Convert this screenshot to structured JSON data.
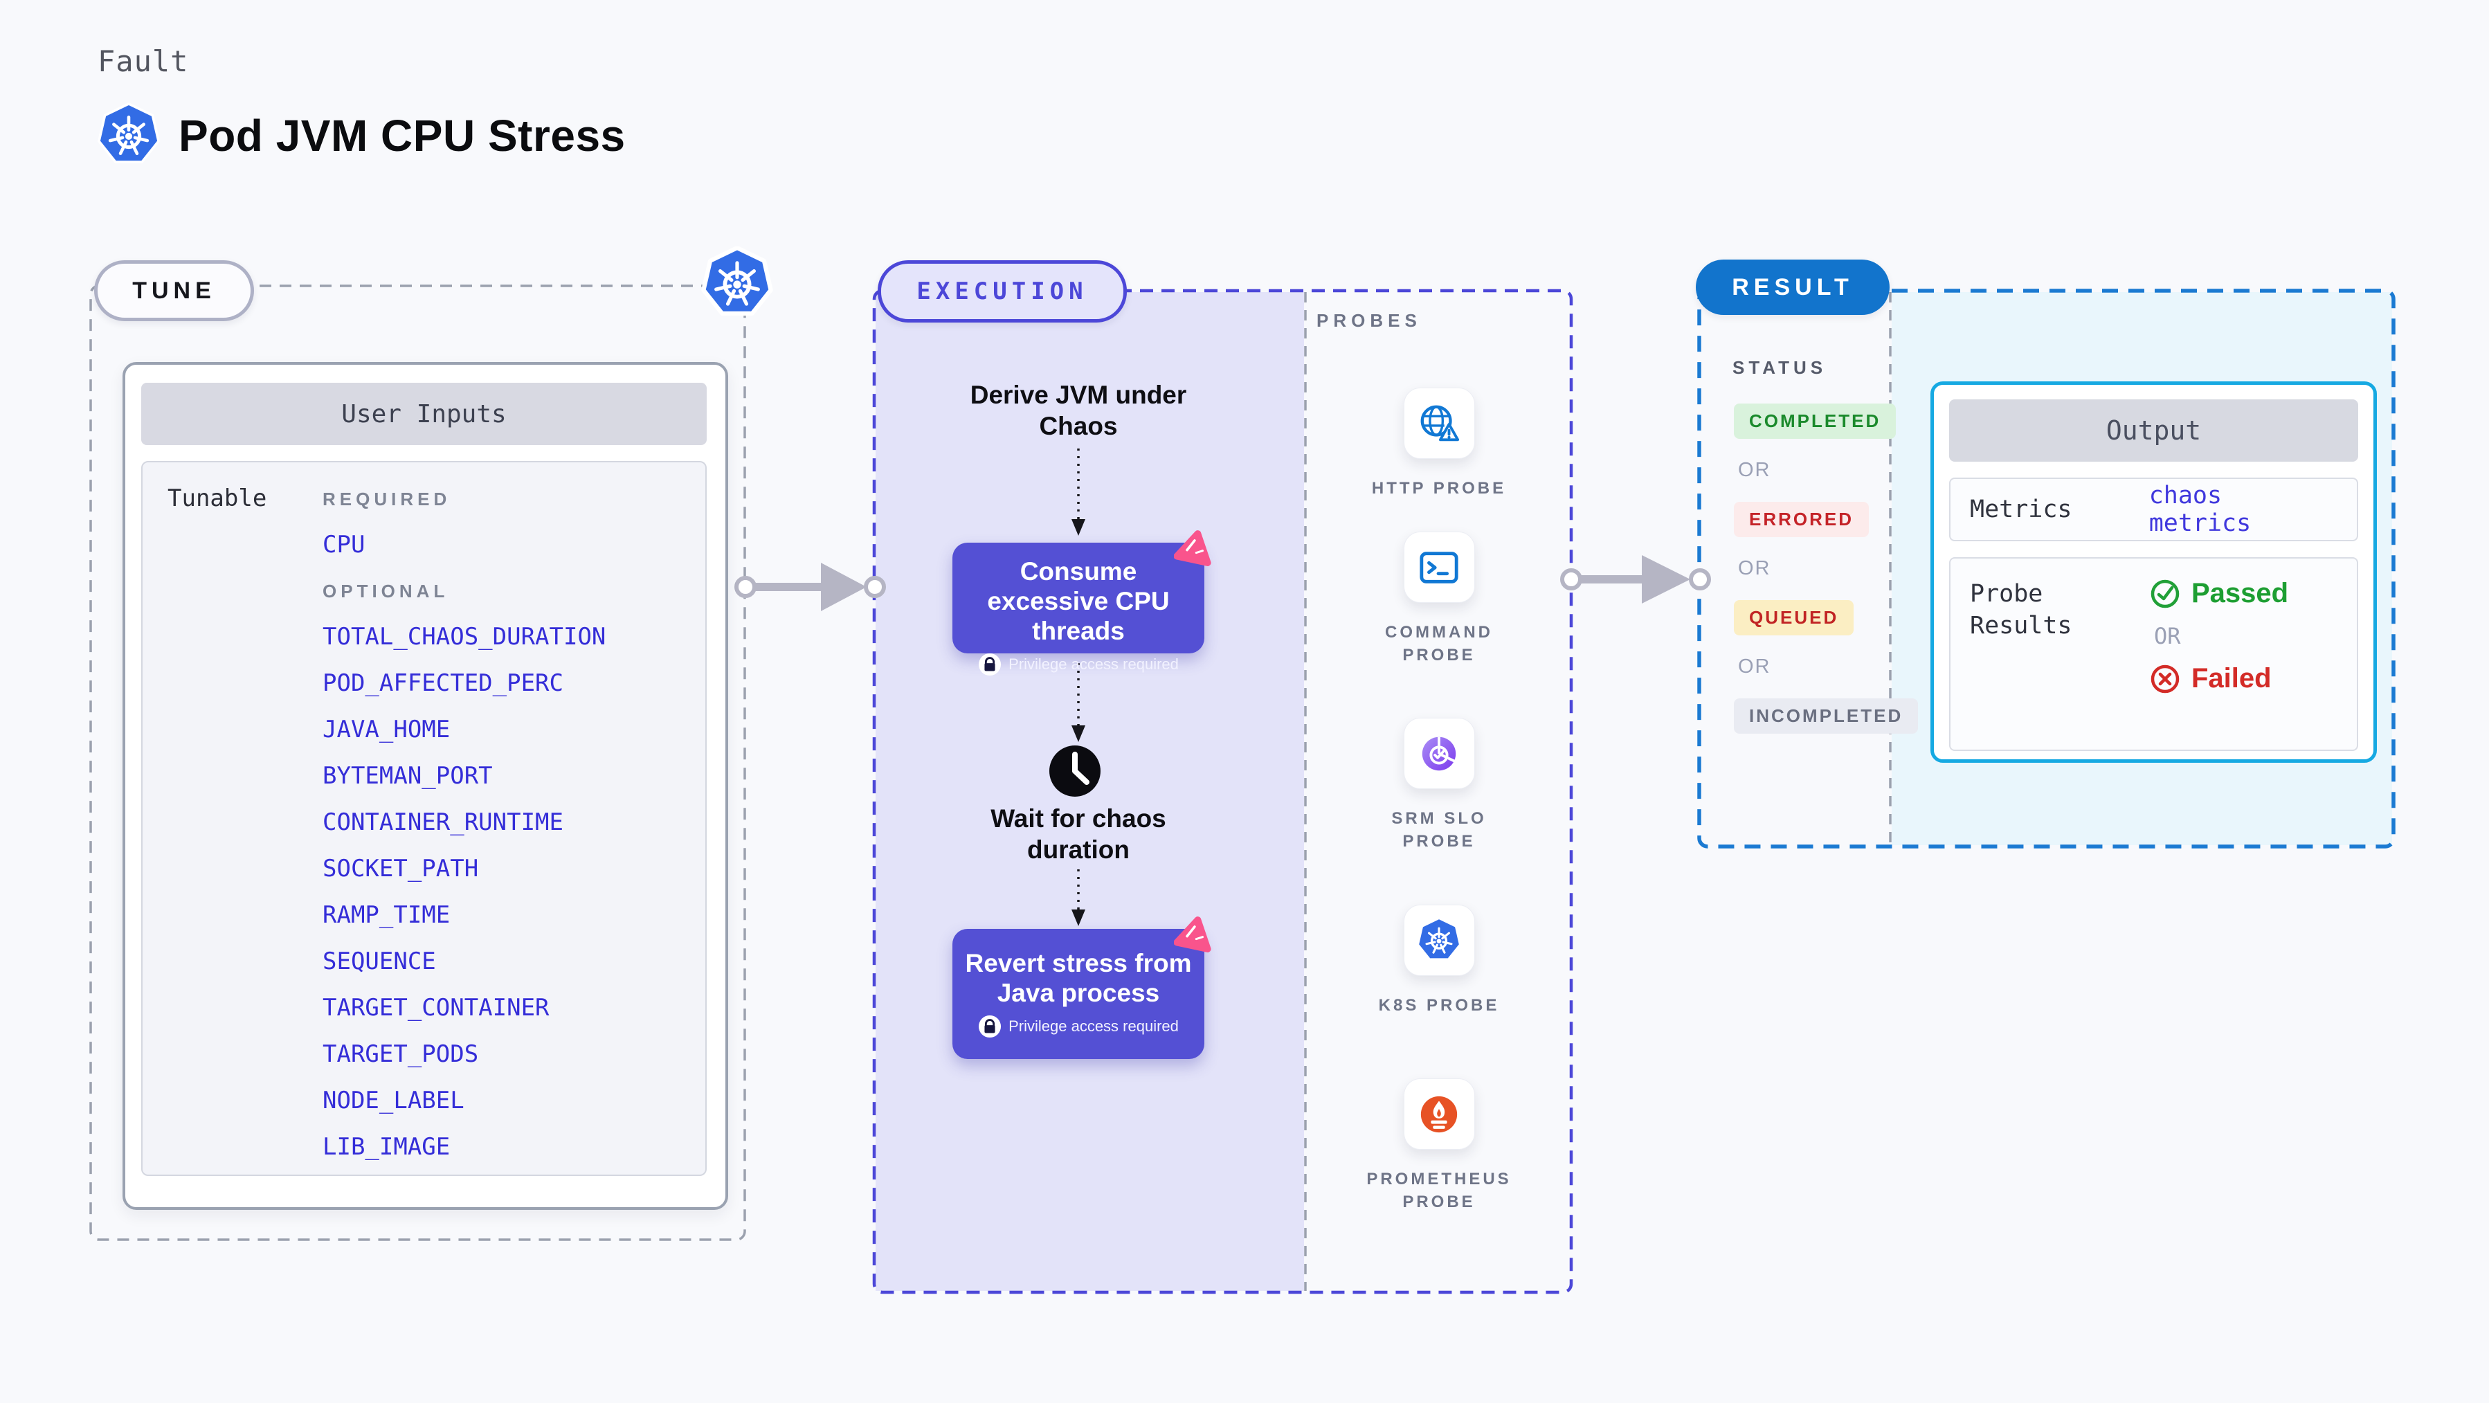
{
  "header": {
    "kicker": "Fault",
    "title": "Pod JVM CPU Stress"
  },
  "tune": {
    "badge": "TUNE",
    "card_title": "User Inputs",
    "row_label": "Tunable",
    "required_label": "REQUIRED",
    "optional_label": "OPTIONAL",
    "required": [
      "CPU"
    ],
    "optional": [
      "TOTAL_CHAOS_DURATION",
      "POD_AFFECTED_PERC",
      "JAVA_HOME",
      "BYTEMAN_PORT",
      "CONTAINER_RUNTIME",
      "SOCKET_PATH",
      "RAMP_TIME",
      "SEQUENCE",
      "TARGET_CONTAINER",
      "TARGET_PODS",
      "NODE_LABEL",
      "LIB_IMAGE"
    ]
  },
  "execution": {
    "badge": "EXECUTION",
    "step_derive": "Derive JVM under Chaos",
    "box_consume": "Consume excessive CPU threads",
    "step_wait": "Wait for chaos duration",
    "box_revert": "Revert stress from Java process",
    "privilege_note": "Privilege access required"
  },
  "probes": {
    "label": "PROBES",
    "items": [
      {
        "label": "HTTP PROBE",
        "icon": "globe-alert-icon"
      },
      {
        "label": "COMMAND PROBE",
        "icon": "terminal-icon"
      },
      {
        "label": "SRM SLO PROBE",
        "icon": "slo-gauge-icon"
      },
      {
        "label": "K8S PROBE",
        "icon": "kubernetes-icon"
      },
      {
        "label": "PROMETHEUS PROBE",
        "icon": "prometheus-flame-icon"
      }
    ]
  },
  "result": {
    "badge": "RESULT",
    "status_label": "STATUS",
    "or_label": "OR",
    "statuses": [
      {
        "label": "COMPLETED",
        "text_color": "#1b8a2c",
        "bg_color": "#d9f2dc"
      },
      {
        "label": "ERRORED",
        "text_color": "#c42328",
        "bg_color": "#fcebeb"
      },
      {
        "label": "QUEUED",
        "text_color": "#c12424",
        "bg_color": "#fbeec3"
      },
      {
        "label": "INCOMPLETED",
        "text_color": "#6a6f80",
        "bg_color": "#e9ebf2"
      }
    ],
    "output": {
      "title": "Output",
      "metrics_label": "Metrics",
      "metrics_value": "chaos metrics",
      "probe_results_label": "Probe Results",
      "passed": "Passed",
      "or_label": "OR",
      "failed": "Failed"
    }
  },
  "colors": {
    "page_bg": "#f8f9fc",
    "tune_border": "#9aa2b1",
    "execution_accent": "#4c47d8",
    "execution_panel": "#e3e3f9",
    "action_box": "#5450d4",
    "pink_badge": "#f9548c",
    "tunable_link": "#342dd8",
    "result_accent": "#1274cc",
    "result_panel": "#e9f6fc",
    "output_border": "#16a9e2",
    "passed_green": "#1d9e32",
    "failed_red": "#d32b27",
    "arrow_gray": "#b5b5c4"
  }
}
